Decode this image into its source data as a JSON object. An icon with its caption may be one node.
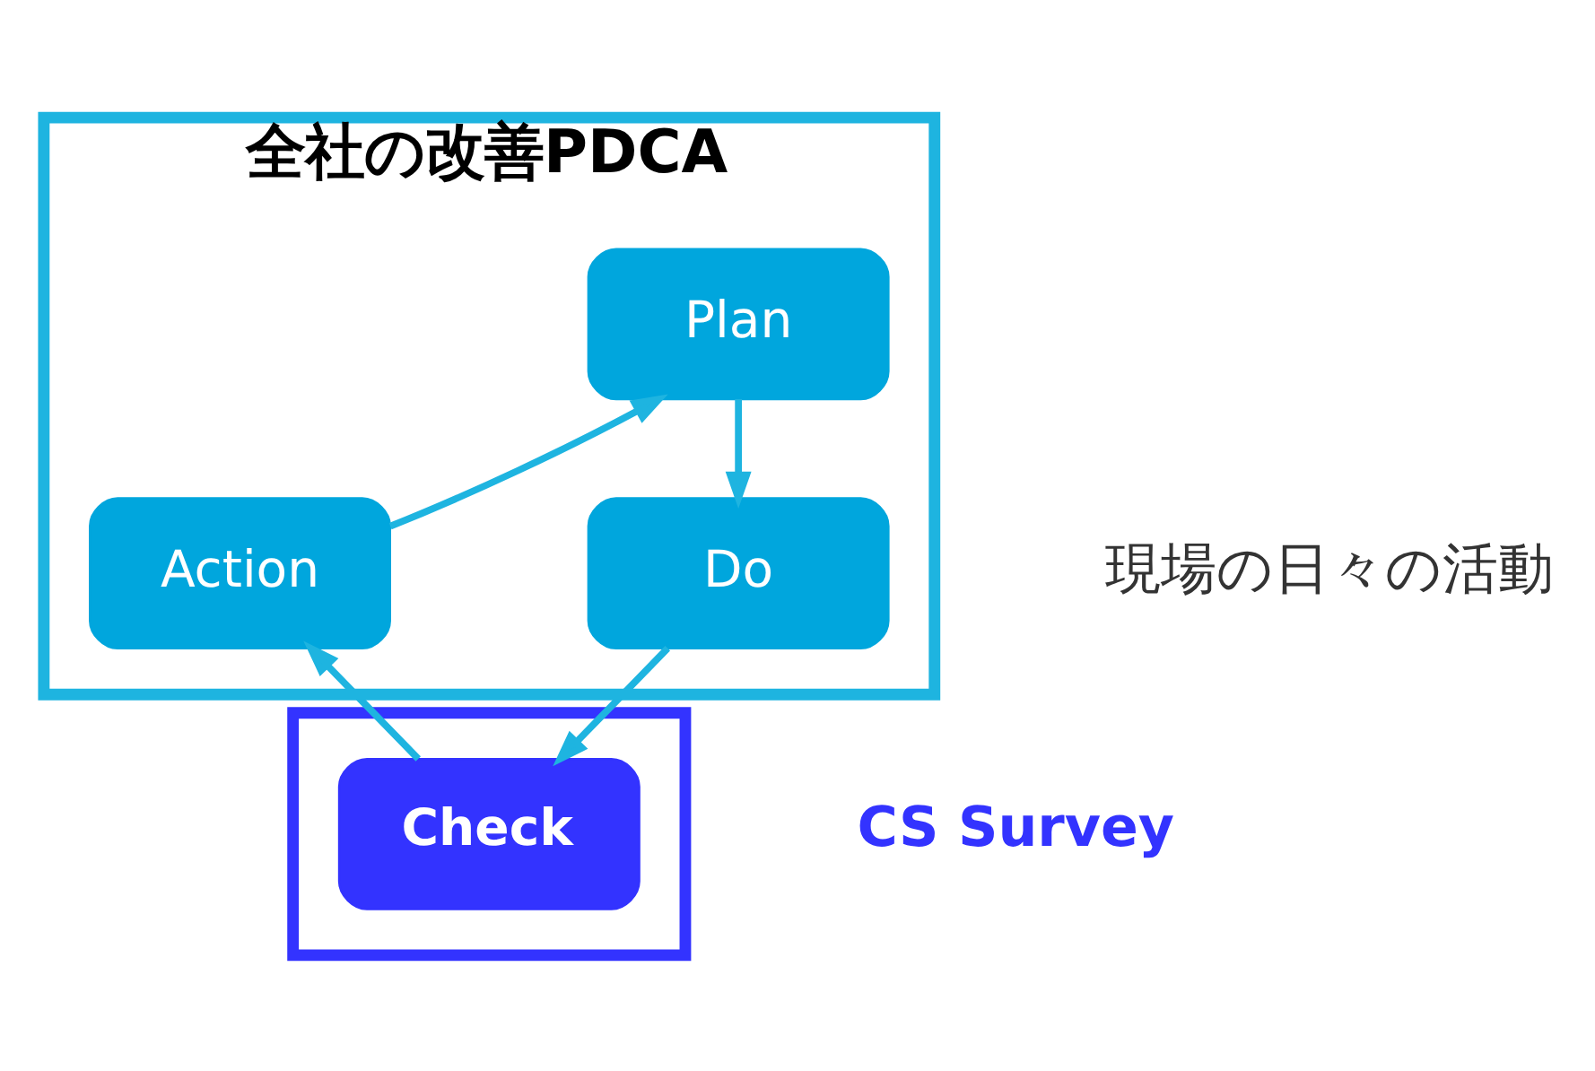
{
  "diagram": {
    "nodes": [
      {
        "text": [
          "全社の改善PDCA"
        ],
        "beside": [
          "現場の日々の活動"
        ]
      },
      {
        "text": [
          "Plan"
        ],
        "in": 0
      },
      {
        "text": [
          "Do"
        ],
        "in": 0
      },
      {
        "text": [
          "Action"
        ],
        "in": 0
      },
      {
        "text": [],
        "shape": "box",
        "beside": [
          "CS Survey"
        ]
      },
      {
        "text": [
          "Check"
        ],
        "in": 4
      }
    ],
    "edges": [
      {
        "from": 1,
        "to": 2,
        "arrow": "to"
      },
      {
        "from": 2,
        "to": 5,
        "arrow": "to"
      },
      {
        "from": 5,
        "to": 3,
        "arrow": "to"
      },
      {
        "from": 3,
        "to": 1,
        "arrow": "to"
      }
    ]
  }
}
